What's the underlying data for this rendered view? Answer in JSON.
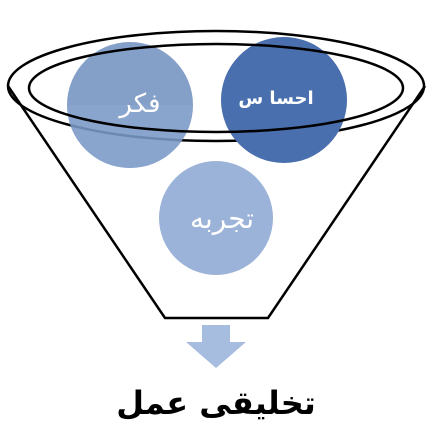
{
  "diagram": {
    "circles": [
      {
        "id": "thought",
        "label": "فکر",
        "color": "#5b7fb6"
      },
      {
        "id": "feeling",
        "label": "احسا س",
        "color": "#4a6fae"
      },
      {
        "id": "experience",
        "label": "تجربه",
        "color": "#9bb3d8"
      }
    ],
    "result_label": "تخلیقی عمل",
    "colors": {
      "funnel_outline": "#000000",
      "funnel_fill": "#ffffff",
      "arrow": "#a7bde0",
      "text_on_circles": "#ffffff"
    }
  }
}
